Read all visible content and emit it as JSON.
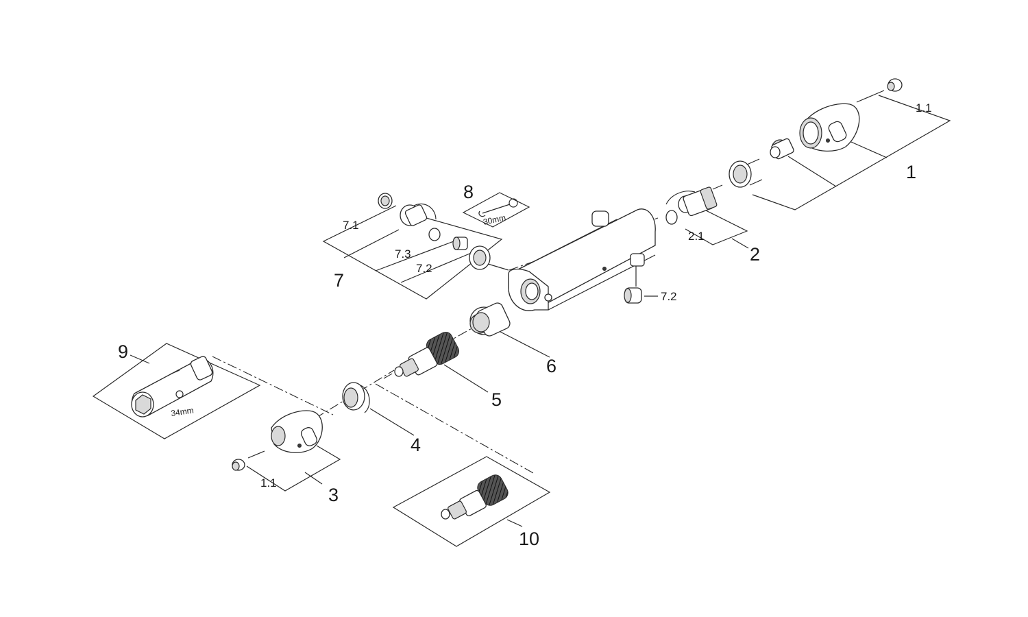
{
  "labels": {
    "p1": "1",
    "p1_1_top": "1.1",
    "p2": "2",
    "p2_1": "2.1",
    "p3": "3",
    "p1_1_bottom": "1.1",
    "p4": "4",
    "p5": "5",
    "p6": "6",
    "p7": "7",
    "p7_1": "7.1",
    "p7_2_left": "7.2",
    "p7_3": "7.3",
    "p7_2_body": "7.2",
    "p8": "8",
    "p9": "9",
    "p10": "10"
  },
  "tool_labels": {
    "wrench_size": "30mm",
    "socket_size": "34mm"
  }
}
